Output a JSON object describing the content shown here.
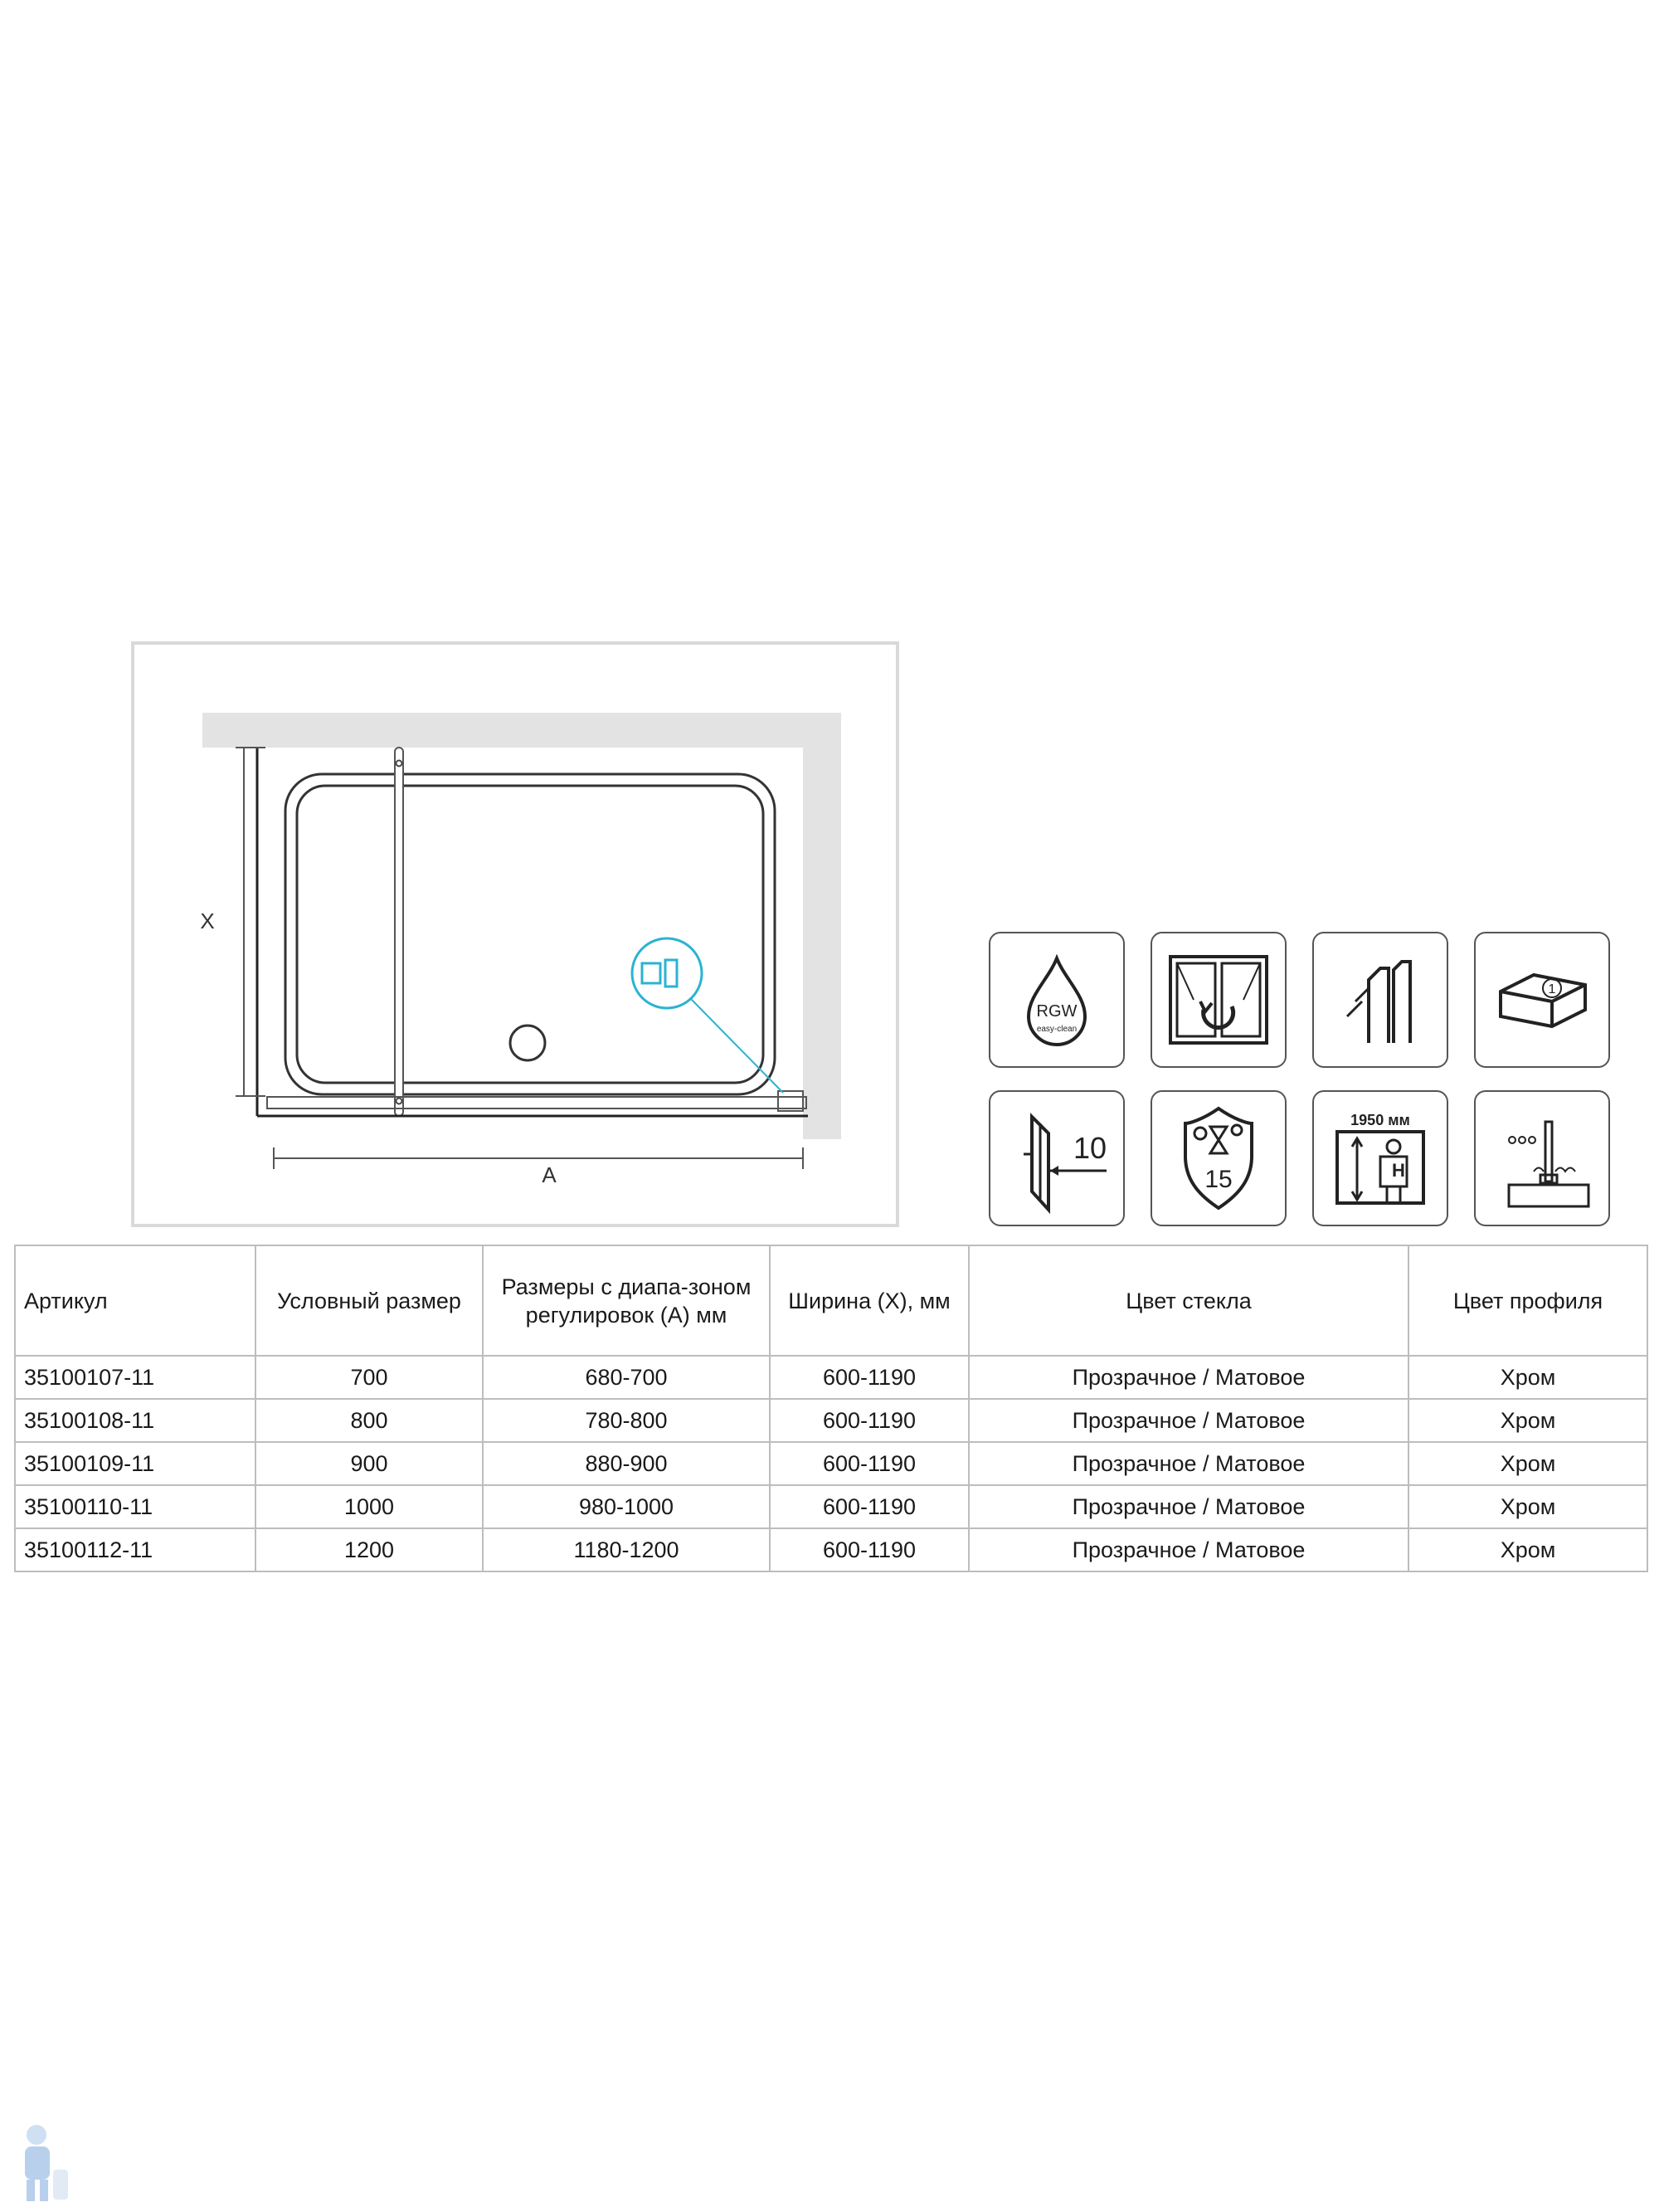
{
  "drawing": {
    "dim_height_label": "X",
    "dim_width_label": "A"
  },
  "icons": [
    {
      "name": "rgw-easy-clean-icon",
      "text": "RGW",
      "subtext": "easy-clean"
    },
    {
      "name": "reversible-door-icon"
    },
    {
      "name": "wall-profile-adjust-icon"
    },
    {
      "name": "package-count-icon",
      "text": "1"
    },
    {
      "name": "glass-thickness-icon",
      "text": "10"
    },
    {
      "name": "warranty-shield-icon",
      "text": "15"
    },
    {
      "name": "height-1950-icon",
      "text": "1950 мм",
      "subtext": "H"
    },
    {
      "name": "water-seal-icon"
    }
  ],
  "table": {
    "headers": [
      "Артикул",
      "Условный размер",
      "Размеры с диапа-зоном регулировок (А) мм",
      "Ширина (Х), мм",
      "Цвет стекла",
      "Цвет профиля"
    ],
    "rows": [
      [
        "35100107-11",
        "700",
        "680-700",
        "600-1190",
        "Прозрачное / Матовое",
        "Хром"
      ],
      [
        "35100108-11",
        "800",
        "780-800",
        "600-1190",
        "Прозрачное / Матовое",
        "Хром"
      ],
      [
        "35100109-11",
        "900",
        "880-900",
        "600-1190",
        "Прозрачное / Матовое",
        "Хром"
      ],
      [
        "35100110-11",
        "1000",
        "980-1000",
        "600-1190",
        "Прозрачное / Матовое",
        "Хром"
      ],
      [
        "35100112-11",
        "1200",
        "1180-1200",
        "600-1190",
        "Прозрачное / Матовое",
        "Хром"
      ]
    ]
  },
  "colors": {
    "accent_cyan": "#2bb3d1",
    "wall_gray": "#e3e3e3",
    "frame_gray": "#d9d9d9"
  }
}
